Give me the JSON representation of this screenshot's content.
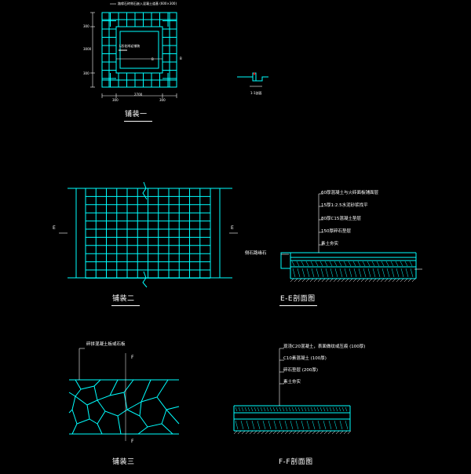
{
  "colors": {
    "background": "#000000",
    "line": "#00ffff",
    "text": "#ffffff",
    "accent": "#ff0000"
  },
  "detail1": {
    "top_note": "路缘石砖侧石嵌入混凝土道基 (600×300)",
    "inner_note": "L形花岗岩铺装",
    "mark_b": "B",
    "dim_left_1": "300",
    "dim_left_2": "3000",
    "dim_left_3": "300",
    "dim_bottom_1": "300",
    "dim_bottom_2": "2700",
    "dim_bottom_3": "300",
    "caption": "铺装一",
    "small_section_caption": "1-1剖面"
  },
  "detail2": {
    "caption": "铺装二",
    "mark_left": "E",
    "mark_right": "E"
  },
  "sectionE": {
    "caption": "E-E剖面图",
    "side_label": "侧石路缘石",
    "layers": [
      "60厚混凝土与火砖面板铺面层",
      "15厚1:2.5水泥砂浆找平",
      "80厚C15混凝土垫层",
      "150厚碎石垫层",
      "素土夯实"
    ]
  },
  "detail3": {
    "caption": "铺装三",
    "note": "碎拼混凝土板或石板",
    "mark_top": "F",
    "mark_bottom": "F"
  },
  "sectionF": {
    "caption": "F-F剖面图",
    "layers": [
      "现浇C20混凝土，表面做纹或压痕 (100厚)",
      "C10素混凝土 (100厚)",
      "碎石垫层 (200厚)",
      "素土夯实"
    ]
  }
}
